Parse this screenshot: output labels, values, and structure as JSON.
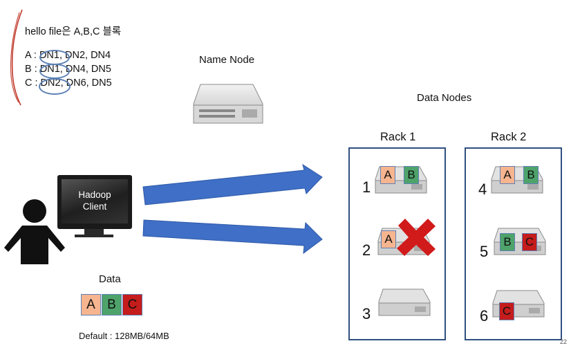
{
  "notes": {
    "title": "hello file은 A,B,C 블록",
    "lines": [
      "A : DN1, DN2, DN4",
      "B : DN1, DN4, DN5",
      "C : DN2, DN6, DN5"
    ]
  },
  "name_node": {
    "label": "Name Node"
  },
  "data_nodes": {
    "label": "Data Nodes"
  },
  "client": {
    "line1": "Hadoop",
    "line2": "Client"
  },
  "data": {
    "label": "Data",
    "blocks": [
      "A",
      "B",
      "C"
    ],
    "default_text": "Default : 128MB/64MB"
  },
  "racks": [
    {
      "title": "Rack 1",
      "nodes": [
        {
          "number": "1",
          "blocks": [
            "A",
            "B"
          ]
        },
        {
          "number": "2",
          "blocks": [
            "A"
          ],
          "failed": true
        },
        {
          "number": "3",
          "blocks": []
        }
      ]
    },
    {
      "title": "Rack 2",
      "nodes": [
        {
          "number": "4",
          "blocks": [
            "A",
            "B"
          ]
        },
        {
          "number": "5",
          "blocks": [
            "B",
            "C"
          ]
        },
        {
          "number": "6",
          "blocks": [
            "C"
          ]
        }
      ]
    }
  ],
  "page_number": "22",
  "colors": {
    "A": "#f6b58f",
    "B": "#4ea36a",
    "C": "#c51c1c",
    "arrow": "#3f6fc6",
    "rack_border": "#2f4f80",
    "annotation": "#c0392b"
  }
}
